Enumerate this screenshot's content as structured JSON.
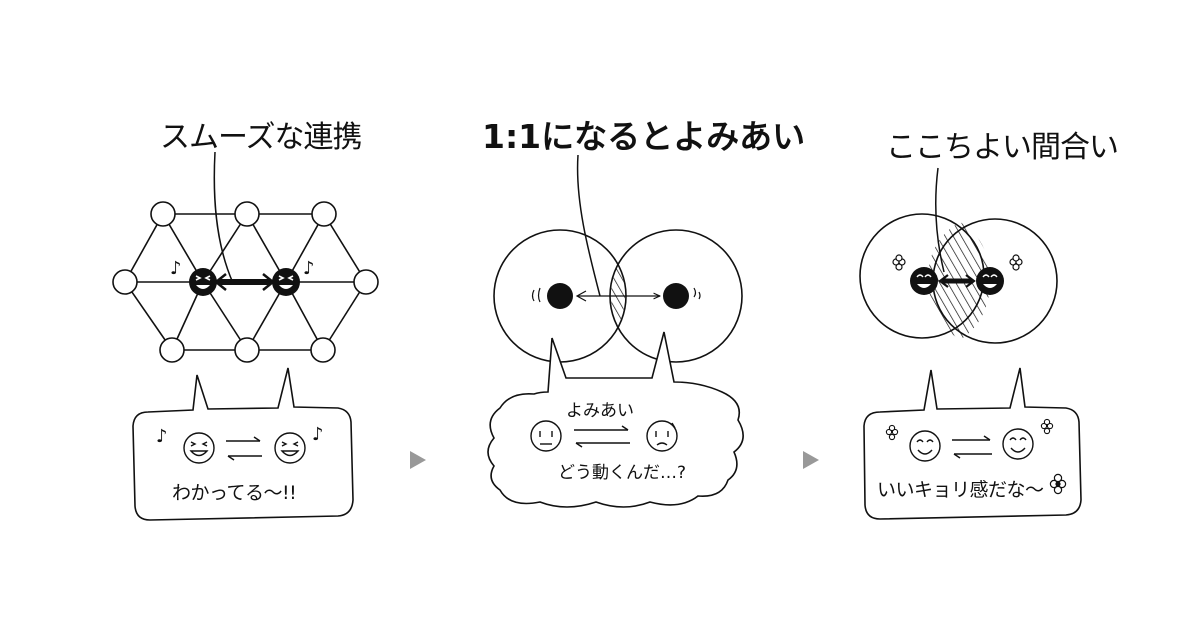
{
  "panels": [
    {
      "title": "スムーズな連携",
      "bubble_text": "わかってる～!!",
      "style": "smooth-network"
    },
    {
      "title": "1:1になるとよみあい",
      "bubble_top_text": "よみあい",
      "bubble_text": "どう動くんだ…?",
      "style": "overlap-small"
    },
    {
      "title": "ここちよい間合い",
      "bubble_text": "いいキョリ感だな～",
      "style": "overlap-large"
    }
  ],
  "arrows": [
    "next-arrow",
    "next-arrow"
  ],
  "colors": {
    "ink": "#111111",
    "arrow": "#999999",
    "background": "#ffffff"
  }
}
